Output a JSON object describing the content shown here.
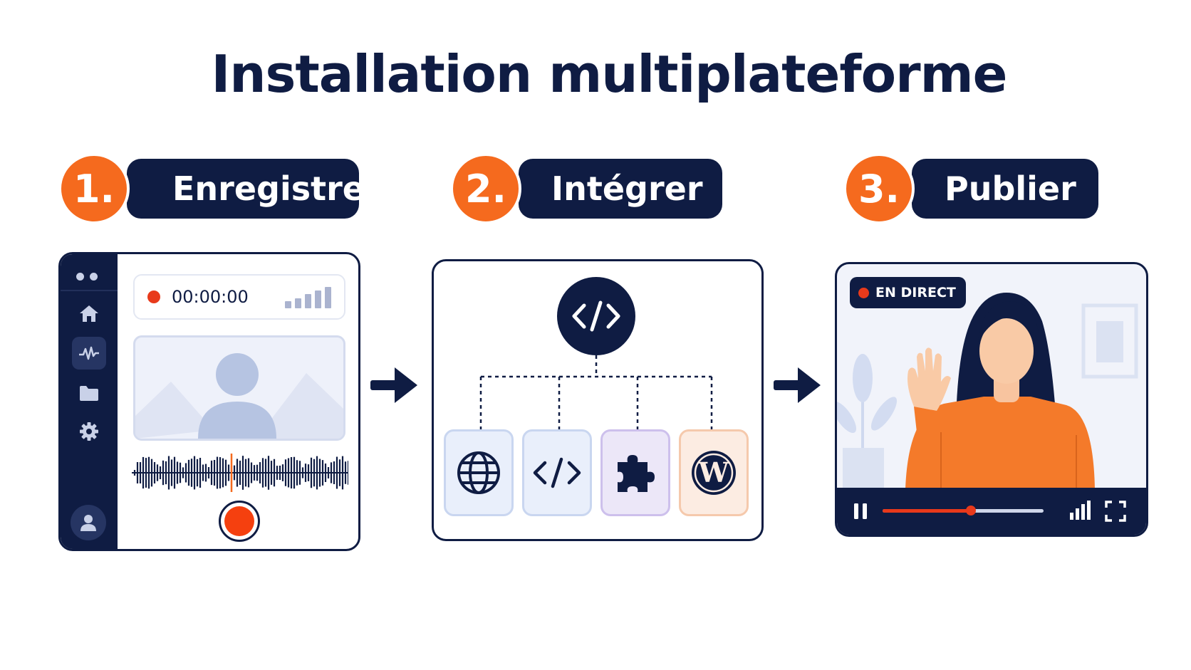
{
  "title": "Installation multiplateforme",
  "steps": [
    {
      "number": "1.",
      "label": "Enregistrer"
    },
    {
      "number": "2.",
      "label": "Intégrer"
    },
    {
      "number": "3.",
      "label": "Publier"
    }
  ],
  "recorder": {
    "time": "00:00:00",
    "sidebar_icons": [
      "home-icon",
      "waveform-icon",
      "folder-icon",
      "gear-icon",
      "user-icon"
    ],
    "active_icon": "waveform-icon"
  },
  "integration": {
    "center_icon": "code-icon",
    "targets": [
      "globe-icon",
      "code-icon",
      "puzzle-icon",
      "wordpress-icon"
    ]
  },
  "player": {
    "live_badge": "EN DIRECT",
    "progress": 0.55
  },
  "colors": {
    "navy": "#0f1c43",
    "orange": "#f56a1e",
    "record_red": "#e83a1b"
  }
}
